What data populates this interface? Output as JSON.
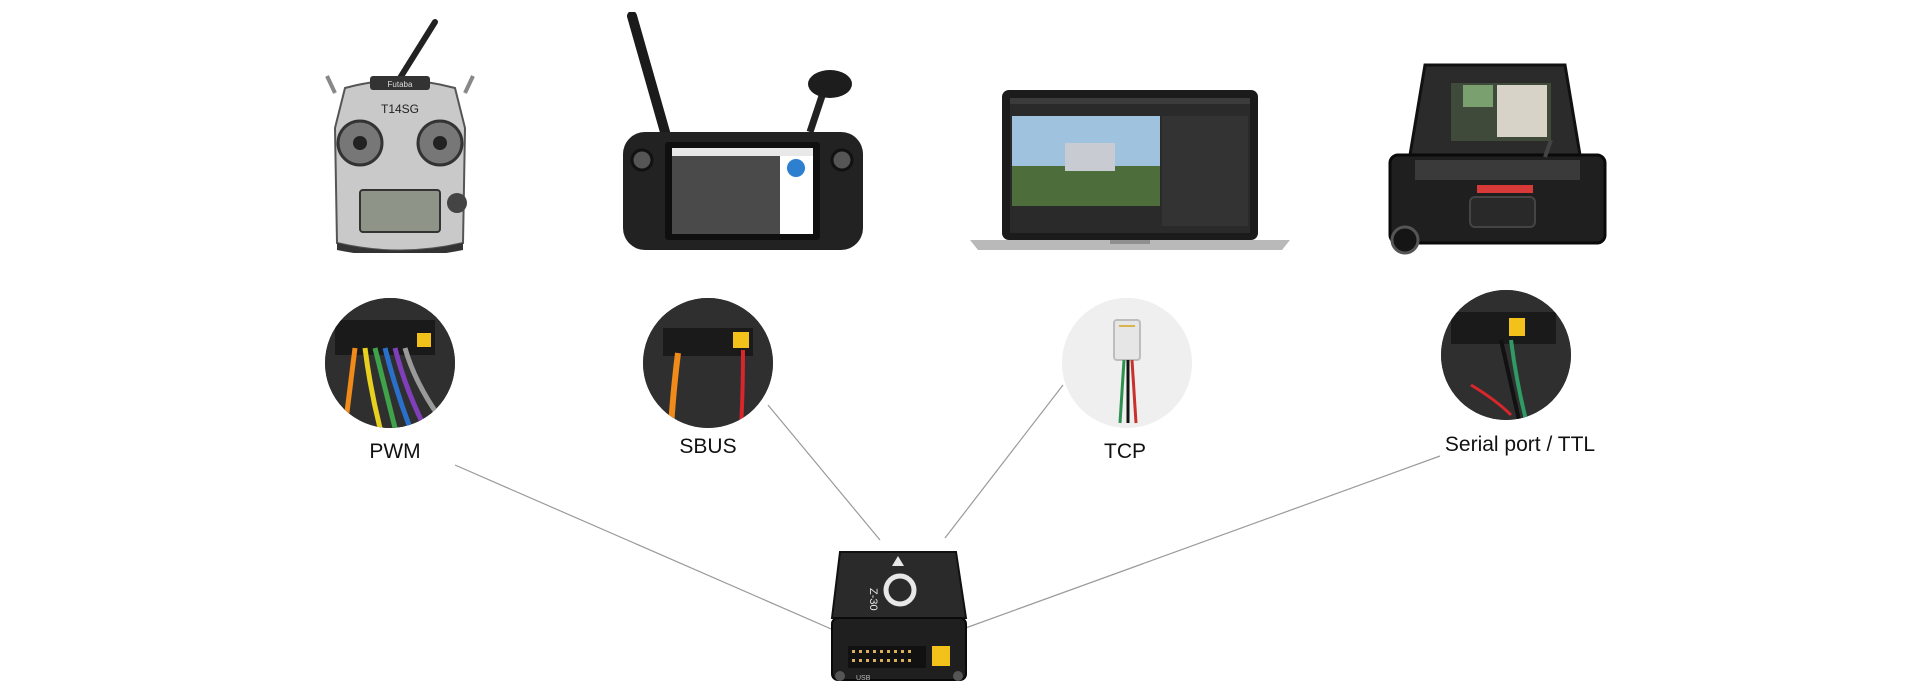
{
  "interfaces": [
    {
      "id": "pwm",
      "label": "PWM"
    },
    {
      "id": "sbus",
      "label": "SBUS"
    },
    {
      "id": "tcp",
      "label": "TCP"
    },
    {
      "id": "serial",
      "label": "Serial port / TTL"
    }
  ],
  "controller": {
    "model_text": "Z-30",
    "usb_text": "USB",
    "remote_brand_text": "Futaba",
    "remote_model_text": "T14SG"
  },
  "colors": {
    "line": "#9a9a9a",
    "device_dark": "#1f1f1f",
    "accent_yellow": "#f2c21b"
  }
}
